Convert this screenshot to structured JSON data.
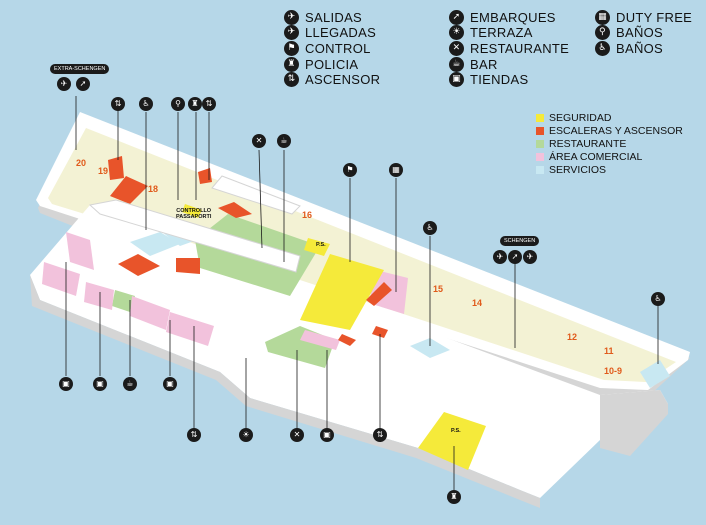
{
  "legend": {
    "symbols_col1": [
      {
        "label": "SALIDAS",
        "icon": "plane-departure-icon",
        "glyph": "✈"
      },
      {
        "label": "LLEGADAS",
        "icon": "plane-arrival-icon",
        "glyph": "✈"
      },
      {
        "label": "CONTROL",
        "icon": "passport-control-icon",
        "glyph": "⚑"
      },
      {
        "label": "POLICIA",
        "icon": "police-icon",
        "glyph": "♜"
      },
      {
        "label": "ASCENSOR",
        "icon": "elevator-icon",
        "glyph": "⇅"
      }
    ],
    "symbols_col2": [
      {
        "label": "EMBARQUES",
        "icon": "boarding-icon",
        "glyph": "➚"
      },
      {
        "label": "TERRAZA",
        "icon": "terrace-icon",
        "glyph": "☀"
      },
      {
        "label": "RESTAURANTE",
        "icon": "restaurant-icon",
        "glyph": "✕"
      },
      {
        "label": "BAR",
        "icon": "bar-icon",
        "glyph": "☕"
      },
      {
        "label": "TIENDAS",
        "icon": "shop-icon",
        "glyph": "▣"
      }
    ],
    "symbols_col3": [
      {
        "label": "DUTY FREE",
        "icon": "duty-free-icon",
        "glyph": "▦"
      },
      {
        "label": "BAÑOS",
        "icon": "toilets-icon",
        "glyph": "⚲"
      },
      {
        "label": "BAÑOS",
        "icon": "accessible-toilet-icon",
        "glyph": "♿"
      }
    ],
    "categories": [
      {
        "label": "SEGURIDAD",
        "color": "#f5ea3a"
      },
      {
        "label": "ESCALERAS Y  ASCENSOR",
        "color": "#e8542a"
      },
      {
        "label": "RESTAURANTE",
        "color": "#b4d99a"
      },
      {
        "label": "ÁREA COMERCIAL",
        "color": "#f2c2dc"
      },
      {
        "label": "SERVICIOS",
        "color": "#c8e8f2"
      }
    ]
  },
  "zones": {
    "extra_schengen": "EXTRA-SCHENGEN",
    "schengen": "SCHENGEN",
    "controllo": "CONTROLLO\nPASSAPORTI",
    "ps1": "P.S.",
    "ps2": "P.S."
  },
  "gates": [
    "20",
    "19",
    "18",
    "16",
    "15",
    "14",
    "12",
    "11",
    "10-9"
  ],
  "colors": {
    "background": "#b6d7e8",
    "floor": "#f3f2d4",
    "wall_top": "#ffffff",
    "wall_side": "#d5d5d5",
    "security": "#f5ea3a",
    "stairs": "#e8542a",
    "restaurant": "#b4d99a",
    "commercial": "#f2c2dc",
    "services": "#c8e8f2",
    "gate_text": "#e05a1a"
  }
}
